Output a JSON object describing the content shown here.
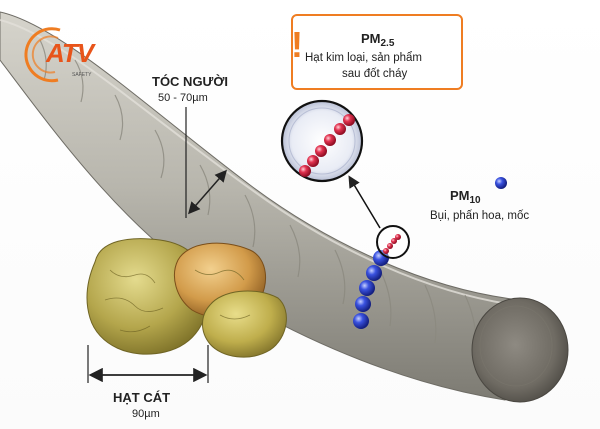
{
  "logo": {
    "text": "ATV",
    "subtext": "SAFETY"
  },
  "hair": {
    "title": "TÓC NGƯỜI",
    "size": "50 - 70µm"
  },
  "sand": {
    "title": "HẠT CÁT",
    "size": "90µm"
  },
  "pm25": {
    "label": "PM",
    "subscript": "2.5",
    "description_line1": "Hạt kim loại, sản phẩm",
    "description_line2": "sau đốt cháy",
    "alert_symbol": "!"
  },
  "pm10": {
    "label": "PM",
    "subscript": "10",
    "description": "Bụi, phấn hoa, mốc"
  },
  "colors": {
    "accent": "#ef7d22",
    "pm25_particle": "#d81b3c",
    "pm10_particle": "#2a3fd0",
    "hair": "#b9b7ae",
    "sand": "#b9aa55"
  }
}
